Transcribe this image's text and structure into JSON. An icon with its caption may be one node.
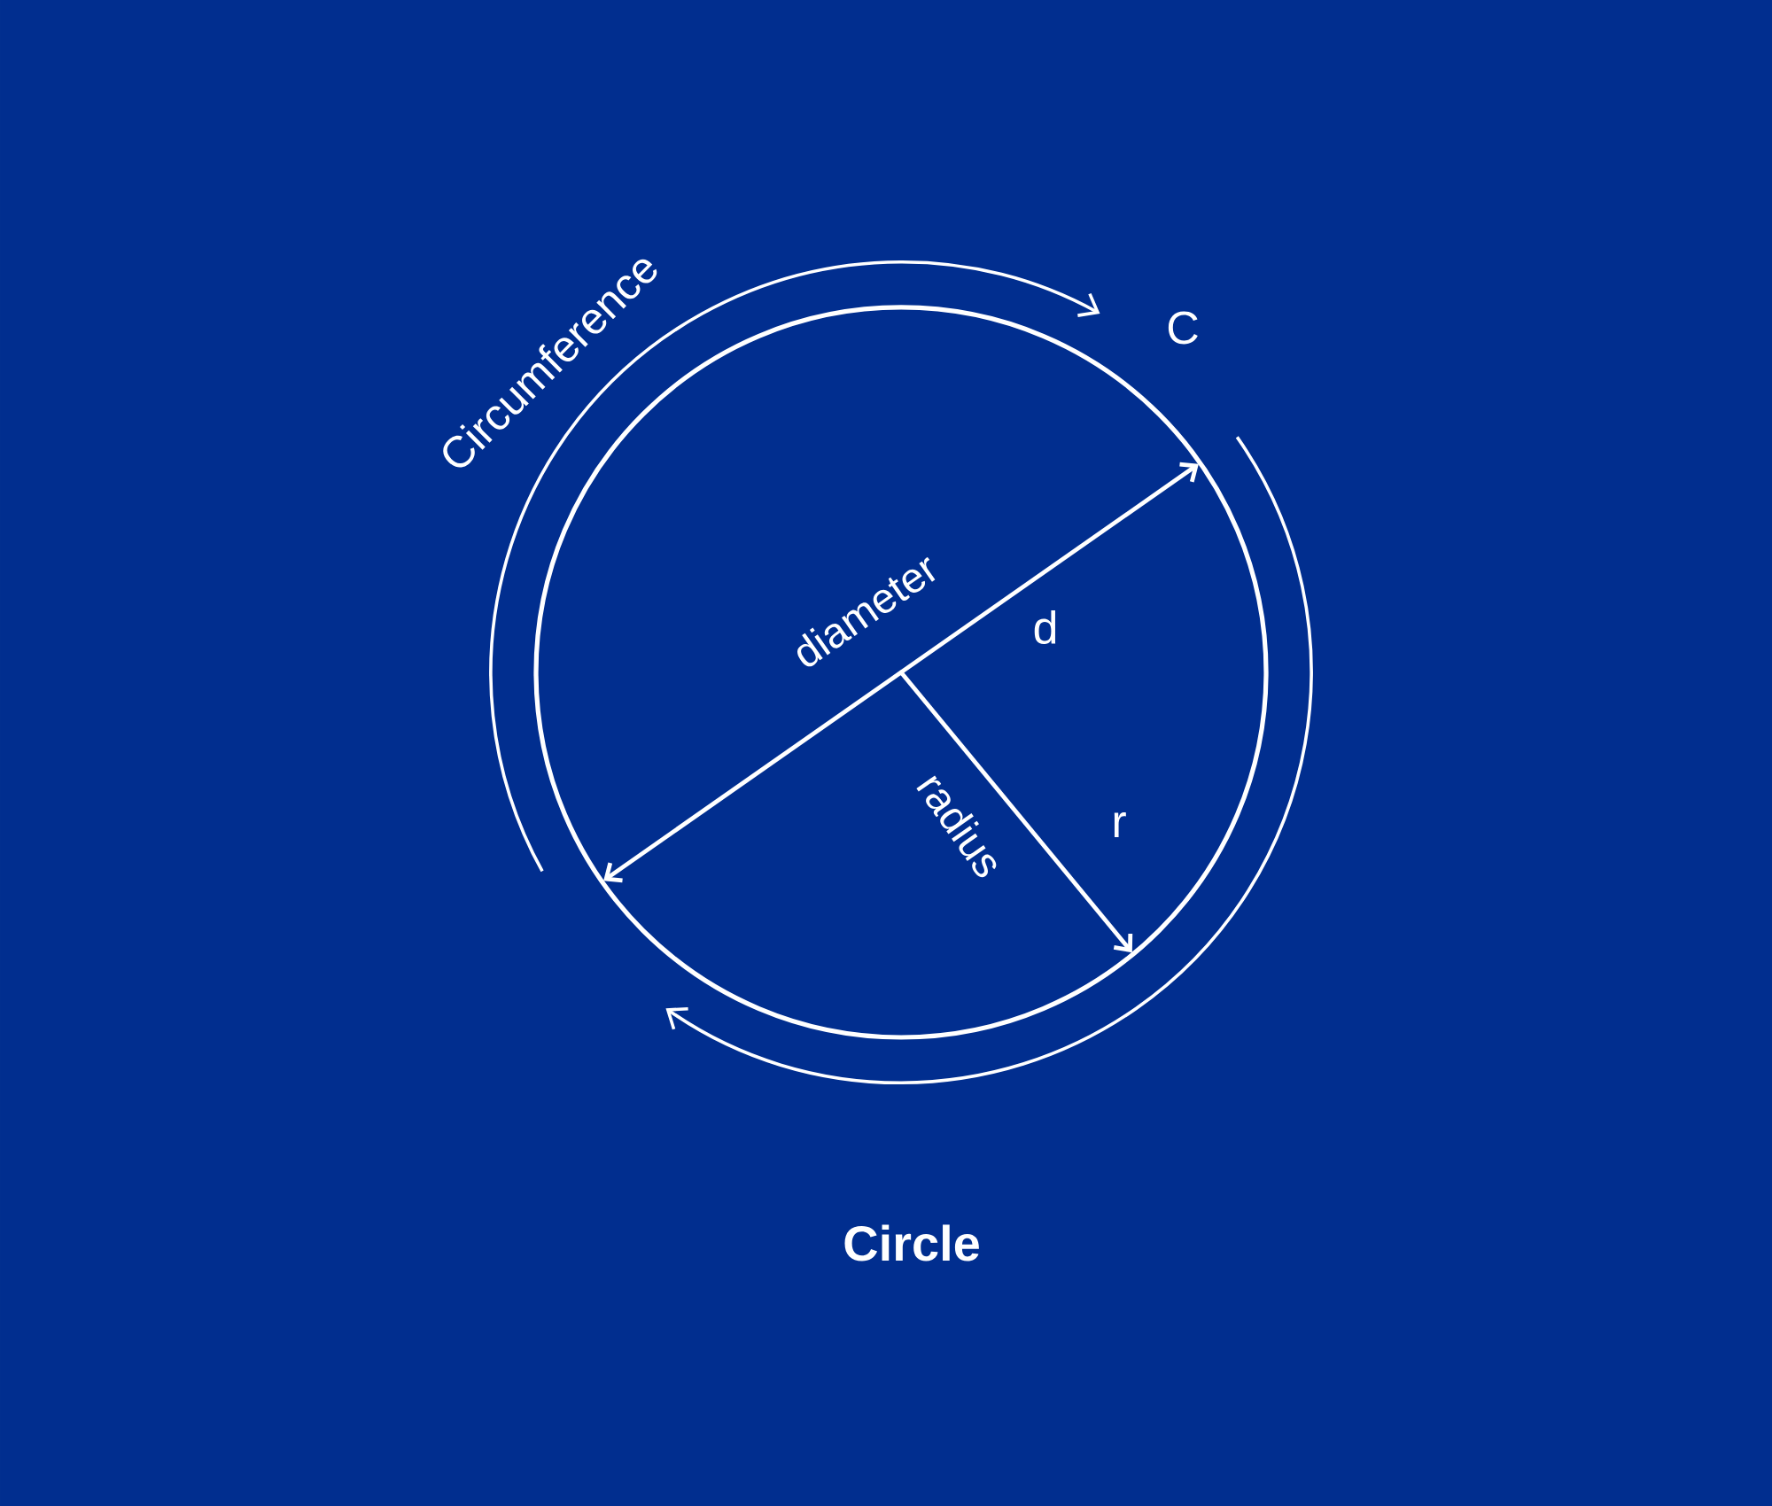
{
  "diagram": {
    "caption": "Circle",
    "labels": [
      "Circumference",
      "C",
      "diameter",
      "d",
      "radius",
      "r"
    ]
  }
}
